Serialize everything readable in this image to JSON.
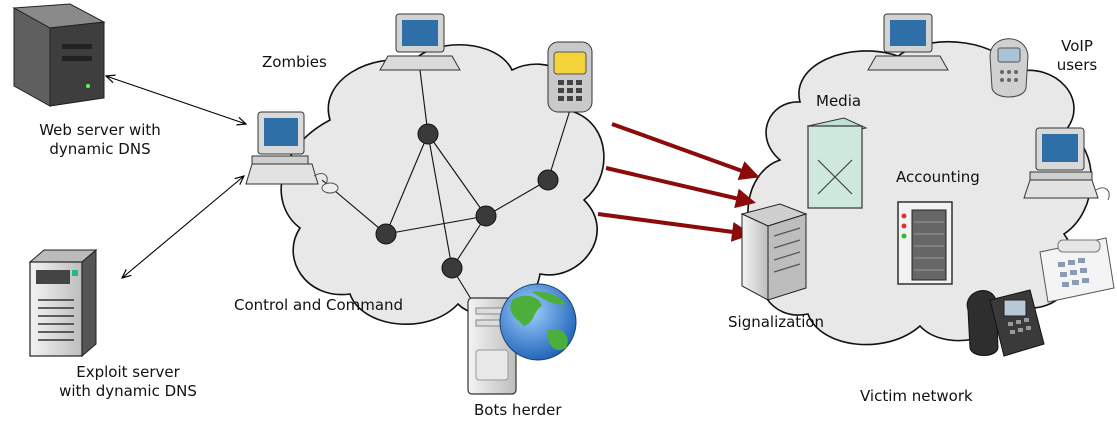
{
  "labels": {
    "web_server_line1": "Web server with",
    "web_server_line2": "dynamic DNS",
    "exploit_server_line1": "Exploit server",
    "exploit_server_line2": "with dynamic DNS",
    "zombies": "Zombies",
    "control_command": "Control and Command",
    "bots_herder": "Bots herder",
    "media": "Media",
    "voip_users_line1": "VoIP",
    "voip_users_line2": "users",
    "accounting": "Accounting",
    "signalization": "Signalization",
    "victim_network": "Victim network"
  },
  "icons": [
    "web-server-icon",
    "exploit-server-icon",
    "zombie-laptop-icon",
    "zombie-desktop-icon",
    "zombie-pda-icon",
    "bots-herder-server-icon",
    "globe-icon",
    "signalization-server-icon",
    "media-server-icon",
    "accounting-server-icon",
    "victim-laptop-icon",
    "voip-mobile-phone-icon",
    "victim-desktop-icon",
    "desk-phone-icon",
    "ip-phone-icon"
  ],
  "colors": {
    "cloud_fill": "#e8e8e8",
    "attack_arrow": "#8b0a0a",
    "node_fill": "#3a3a3a"
  }
}
